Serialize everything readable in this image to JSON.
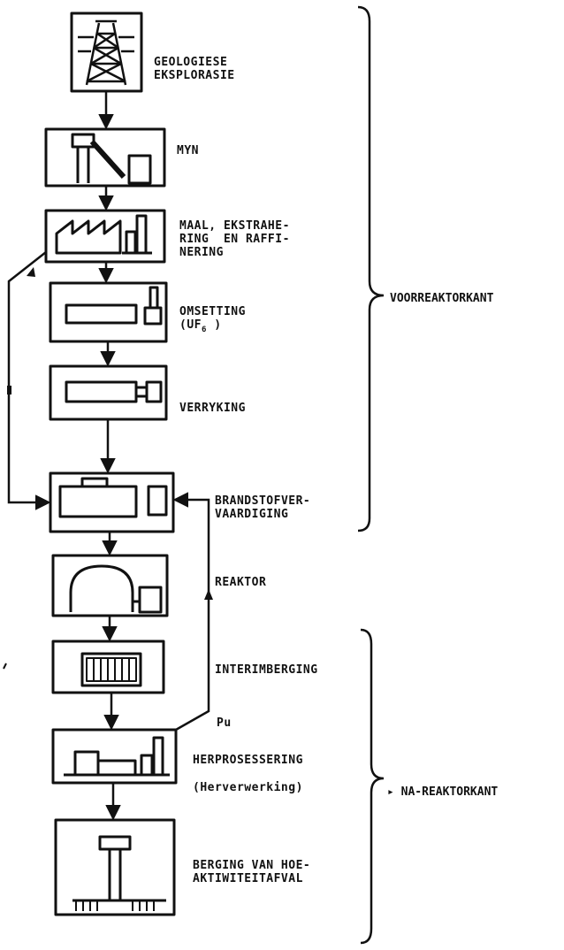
{
  "stages": [
    {
      "id": "geo",
      "label": "GEOLOGIESE\nEKSPLORASIE",
      "icon": "derrick-icon"
    },
    {
      "id": "myn",
      "label": "MYN",
      "icon": "mine-icon"
    },
    {
      "id": "maal",
      "label": "MAAL, EKSTRAHE-\nRING  EN RAFFI-\nNERING",
      "icon": "factory-icon"
    },
    {
      "id": "omset",
      "label": "OMSETTING",
      "label2": "(UF",
      "sub": "6",
      "label3": " )",
      "icon": "conversion-plant-icon"
    },
    {
      "id": "verry",
      "label": "VERRYKING",
      "icon": "enrichment-plant-icon"
    },
    {
      "id": "brand",
      "label": "BRANDSTOFVER-\nVAARDIGING",
      "icon": "fuel-fabrication-icon"
    },
    {
      "id": "reaktor",
      "label": "REAKTOR",
      "icon": "reactor-dome-icon"
    },
    {
      "id": "interim",
      "label": "INTERIMBERGING",
      "icon": "interim-storage-icon"
    },
    {
      "id": "herpro",
      "label": "HERPROSESSERING",
      "label2": "(Herverwerking)",
      "icon": "reprocessing-plant-icon"
    },
    {
      "id": "berging",
      "label": "BERGING VAN HOE-\nAKTIWITEITAFVAL",
      "icon": "waste-repository-icon"
    }
  ],
  "recycle_label": "Pu",
  "groups": {
    "front": "VOORREAKTORKANT",
    "back": "NA-REAKTORKANT"
  }
}
